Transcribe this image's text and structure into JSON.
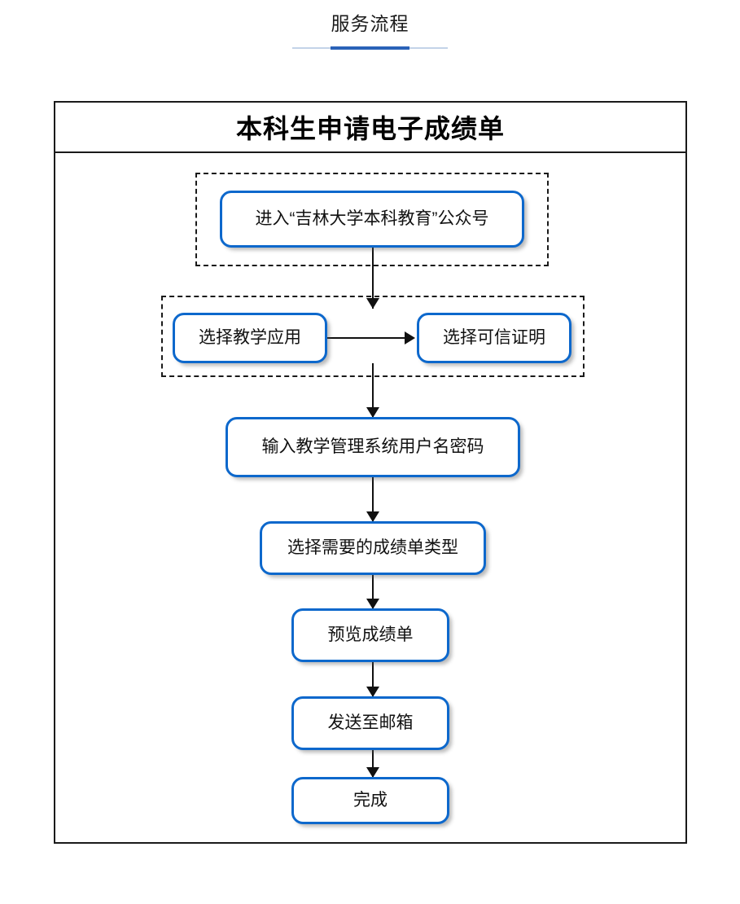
{
  "page": {
    "header_title": "服务流程",
    "accent_color": "#2a62b8",
    "rule_color": "#c3d3e8"
  },
  "diagram": {
    "title": "本科生申请电子成绩单",
    "node_border_color": "#0d68cc",
    "connector_color": "#111111",
    "nodes": [
      {
        "id": "enter-account",
        "label": "进入“吉林大学本科教育”公众号"
      },
      {
        "id": "teaching-app",
        "label": "选择教学应用"
      },
      {
        "id": "trusted-cert",
        "label": "选择可信证明"
      },
      {
        "id": "login",
        "label": "输入教学管理系统用户名密码"
      },
      {
        "id": "select-type",
        "label": "选择需要的成绩单类型"
      },
      {
        "id": "preview",
        "label": "预览成绩单"
      },
      {
        "id": "send-mail",
        "label": "发送至邮箱"
      },
      {
        "id": "done",
        "label": "完成"
      }
    ]
  }
}
